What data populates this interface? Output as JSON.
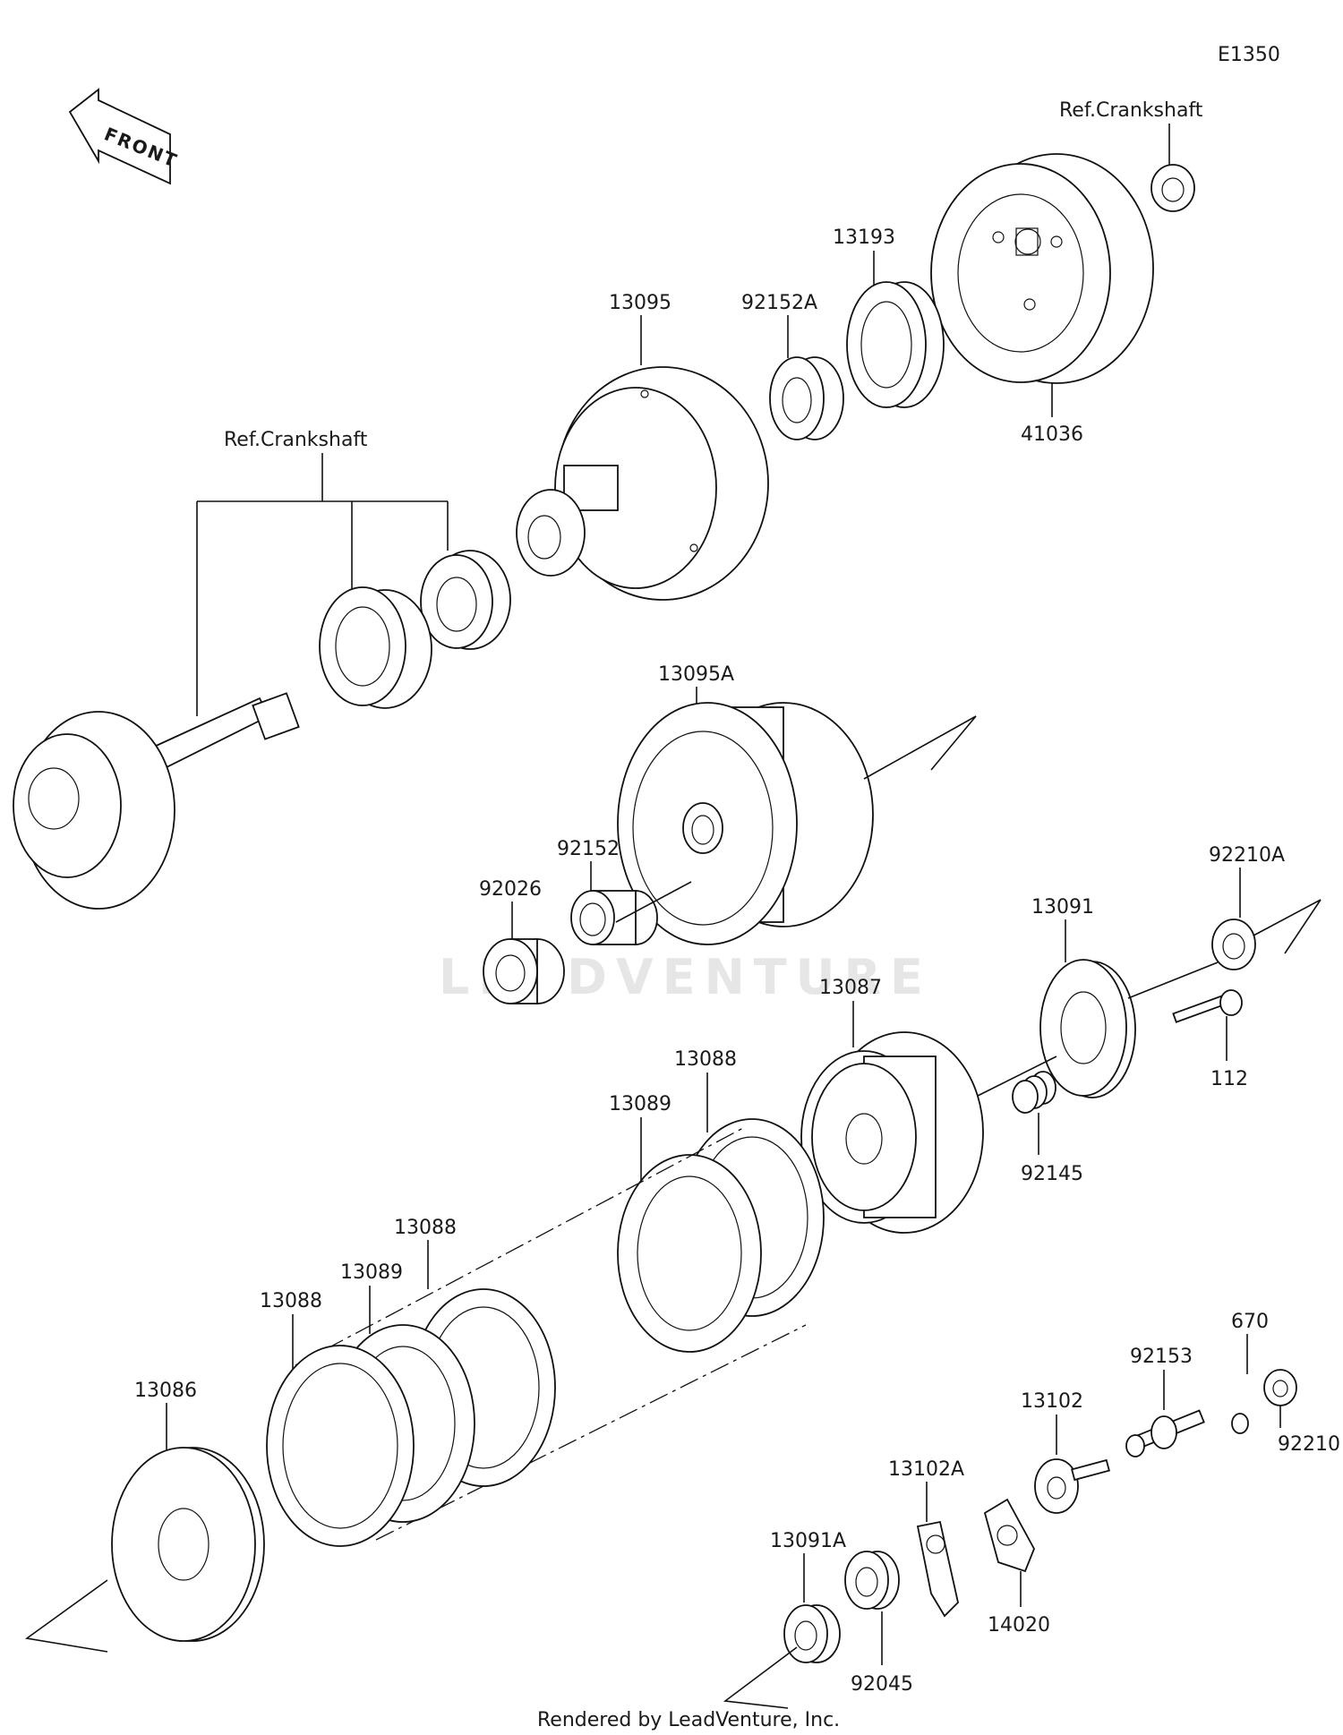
{
  "diagram_code": "E1350",
  "front_label": "FRONT",
  "watermark": "LEADVENTURE",
  "credit": "Rendered by LeadVenture, Inc.",
  "labels": {
    "ref_crankshaft_top": "Ref.Crankshaft",
    "ref_crankshaft_left": "Ref.Crankshaft",
    "p13095": "13095",
    "p92152A": "92152A",
    "p13193": "13193",
    "p41036": "41036",
    "p13095A": "13095A",
    "p92152": "92152",
    "p92026": "92026",
    "p92210A": "92210A",
    "p13091": "13091",
    "p13087": "13087",
    "p112": "112",
    "p13088_a": "13088",
    "p13089_a": "13089",
    "p92145": "92145",
    "p13088_b": "13088",
    "p13089_b": "13089",
    "p13088_c": "13088",
    "p13086": "13086",
    "p670": "670",
    "p92153": "92153",
    "p13102": "13102",
    "p92210": "92210",
    "p13102A": "13102A",
    "p13091A": "13091A",
    "p14020": "14020",
    "p92045": "92045"
  }
}
